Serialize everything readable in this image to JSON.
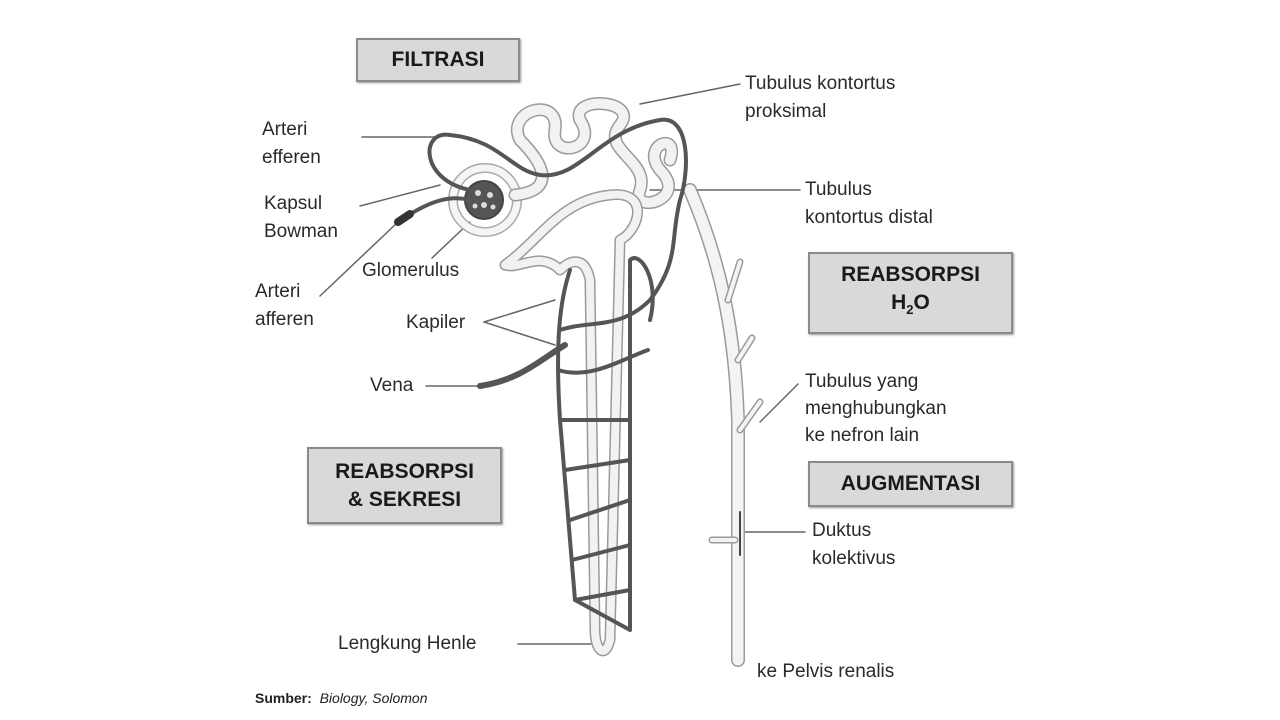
{
  "boxes": {
    "filtrasi": "FILTRASI",
    "reabsorpsi_h2o_line1": "REABSORPSI",
    "reabsorpsi_h2o_h": "H",
    "reabsorpsi_h2o_sub": "2",
    "reabsorpsi_h2o_o": "O",
    "reabsorpsi_sekresi_line1": "REABSORPSI",
    "reabsorpsi_sekresi_line2": "& SEKRESI",
    "augmentasi": "AUGMENTASI"
  },
  "labels": {
    "tubulus_proksimal_1": "Tubulus kontortus",
    "tubulus_proksimal_2": "proksimal",
    "arteri_efferen_1": "Arteri",
    "arteri_efferen_2": "efferen",
    "tubulus_distal_1": "Tubulus",
    "tubulus_distal_2": "kontortus distal",
    "kapsul_bowman_1": "Kapsul",
    "kapsul_bowman_2": "Bowman",
    "glomerulus": "Glomerulus",
    "arteri_afferen_1": "Arteri",
    "arteri_afferen_2": "afferen",
    "kapiler": "Kapiler",
    "vena": "Vena",
    "tubulus_penghubung_1": "Tubulus yang",
    "tubulus_penghubung_2": "menghubungkan",
    "tubulus_penghubung_3": "ke nefron lain",
    "duktus_1": "Duktus",
    "duktus_2": "kolektivus",
    "lengkung_henle": "Lengkung Henle",
    "pelvis": "ke Pelvis renalis"
  },
  "source": {
    "label": "Sumber:",
    "text": "Biology, Solomon"
  },
  "colors": {
    "vessel": "#555555",
    "tubule_fill": "#f2f2f2",
    "tubule_stroke": "#9a9a9a",
    "box_fill": "#d9d9d9"
  }
}
